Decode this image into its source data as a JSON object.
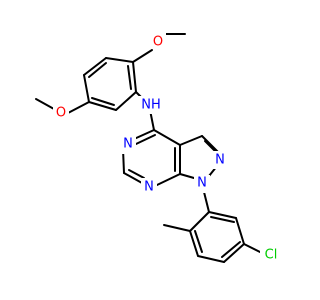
{
  "molecule": {
    "atoms": [
      {
        "id": "O1",
        "label": "O",
        "color": "#ff0000"
      },
      {
        "id": "O2",
        "label": "O",
        "color": "#ff0000"
      },
      {
        "id": "NH",
        "label": "NH",
        "color": "#0000ff"
      },
      {
        "id": "N5",
        "label": "N",
        "color": "#0000ff"
      },
      {
        "id": "N7",
        "label": "N",
        "color": "#0000ff"
      },
      {
        "id": "N1",
        "label": "N",
        "color": "#0000ff"
      },
      {
        "id": "N2",
        "label": "N",
        "color": "#0000ff"
      },
      {
        "id": "Cl",
        "label": "Cl",
        "color": "#00cc00"
      }
    ]
  }
}
